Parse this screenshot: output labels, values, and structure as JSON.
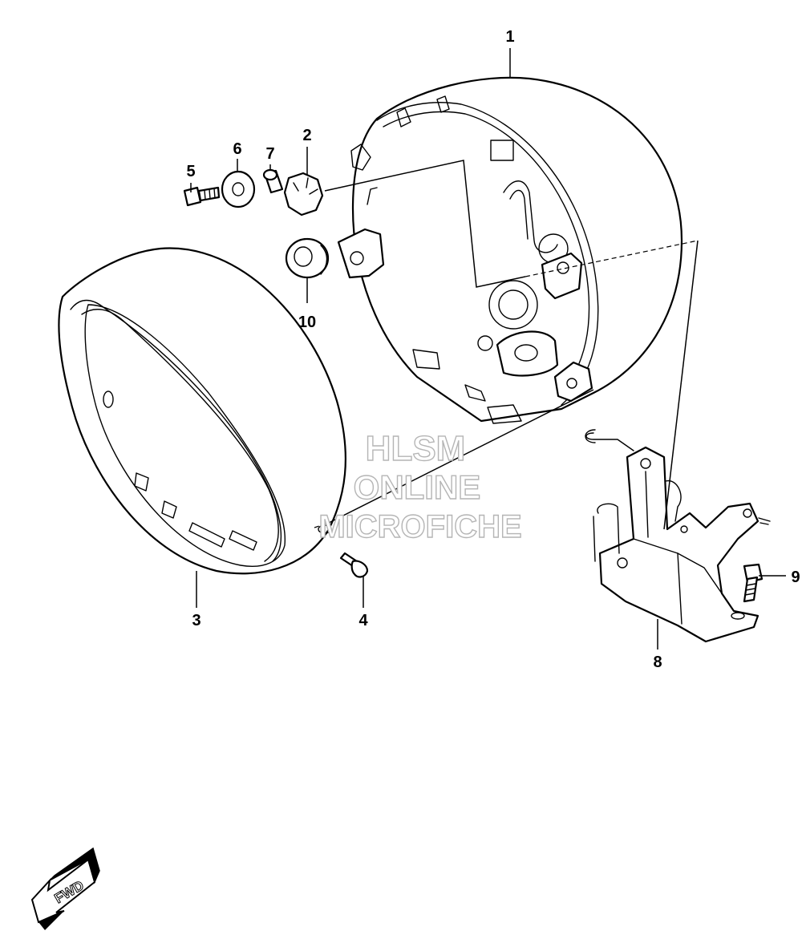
{
  "callouts": [
    {
      "number": "1",
      "part": "headlight-housing"
    },
    {
      "number": "2",
      "part": "nut"
    },
    {
      "number": "3",
      "part": "headlight-rim"
    },
    {
      "number": "4",
      "part": "screw"
    },
    {
      "number": "5",
      "part": "bolt"
    },
    {
      "number": "6",
      "part": "washer"
    },
    {
      "number": "7",
      "part": "collar"
    },
    {
      "number": "8",
      "part": "bracket"
    },
    {
      "number": "9",
      "part": "bolt"
    },
    {
      "number": "10",
      "part": "grommet"
    }
  ],
  "watermark": {
    "line1": "HLSM",
    "line2": "ONLINE",
    "line3": "MICROFICHE"
  },
  "direction_label": "FWD",
  "colors": {
    "line": "#000000",
    "watermark_outline": "#b5b5b5",
    "background": "#ffffff"
  }
}
